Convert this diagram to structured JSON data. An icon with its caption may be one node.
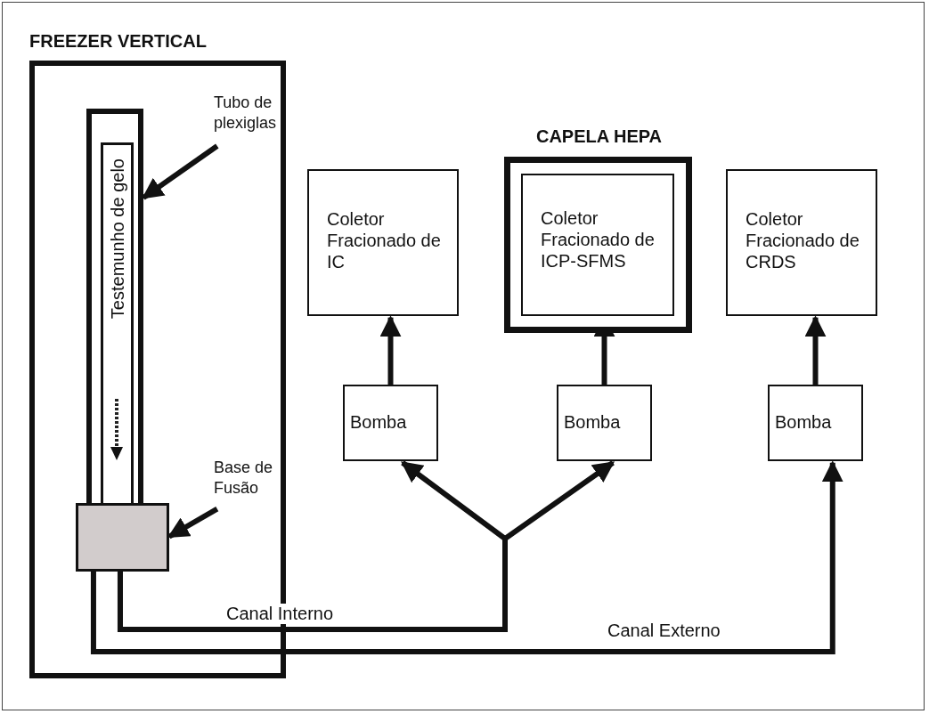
{
  "diagram": {
    "nodes": [
      {
        "text": [
          "FREEZER VERTICAL"
        ]
      },
      {
        "text": [
          "Tubo de plexiglas"
        ],
        "in": 0
      },
      {
        "text": [],
        "shape": "box",
        "in": 0
      },
      {
        "text": [
          "Testemunho de gelo"
        ],
        "in": 2
      },
      {
        "text": [
          "Base de Fusão"
        ],
        "in": 0
      },
      {
        "text": [],
        "shape": "box",
        "in": 0
      },
      {
        "text": [
          "Coletor Fracionado de IC"
        ]
      },
      {
        "text": [
          "CAPELA HEPA"
        ]
      },
      {
        "text": [
          "Coletor Fracionado de ICP-SFMS"
        ],
        "in": 7
      },
      {
        "text": [
          "Coletor Fracionado de CRDS"
        ]
      },
      {
        "text": [
          "Bomba"
        ]
      },
      {
        "text": [
          "Bomba"
        ]
      },
      {
        "text": [
          "Bomba"
        ]
      }
    ],
    "edges": [
      {
        "from": 1,
        "to": 2,
        "arrow": "to"
      },
      {
        "from": 4,
        "to": 5,
        "arrow": "to"
      },
      {
        "from": 5,
        "to": 10,
        "arrow": "to",
        "label": "Canal Interno"
      },
      {
        "from": 5,
        "to": 11,
        "arrow": "to"
      },
      {
        "from": 5,
        "to": 12,
        "arrow": "to",
        "label": "Canal Externo"
      },
      {
        "from": 10,
        "to": 6,
        "arrow": "to"
      },
      {
        "from": 11,
        "to": 8,
        "arrow": "to"
      },
      {
        "from": 12,
        "to": 9,
        "arrow": "to"
      }
    ]
  }
}
